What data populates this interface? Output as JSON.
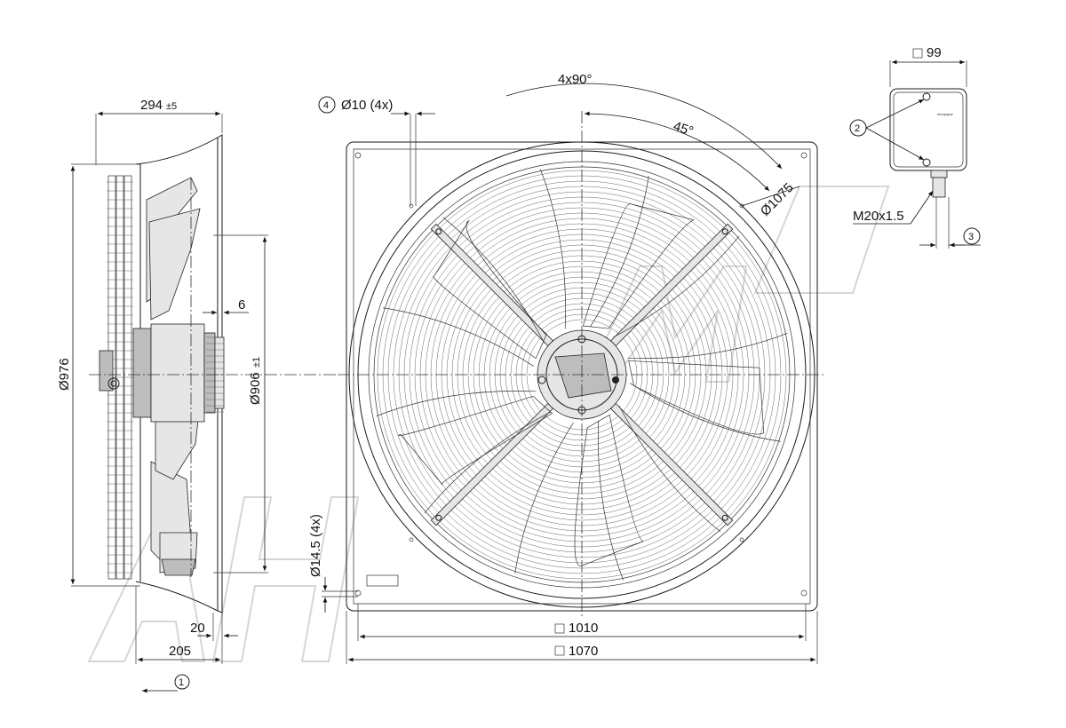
{
  "side_view": {
    "depth_label": "294",
    "depth_tol": "±5",
    "diameter_outer_label": "Ø976",
    "diameter_inner_label": "Ø906",
    "diameter_inner_tol": "±1",
    "flange_label": "6",
    "offset_label": "20",
    "base_label": "205",
    "airflow_marker": "1"
  },
  "front_view": {
    "angle_pattern_label": "4x90°",
    "angle_label": "45°",
    "bolt_circle_label": "Ø1075",
    "hole_marker": "4",
    "hole_label": "Ø10 (4x)",
    "slot_label": "Ø14.5 (4x)",
    "inner_square_label": "1010",
    "outer_square_label": "1070"
  },
  "terminal_box": {
    "size_label": "99",
    "screw_marker": "2",
    "gland_label": "M20x1.5",
    "cable_marker": "3",
    "brand_label": "ebmpapst"
  },
  "watermark": {
    "text": "AHM"
  },
  "icons": {
    "square_symbol": "square-dimension-icon",
    "arrow": "airflow-arrow-icon"
  }
}
